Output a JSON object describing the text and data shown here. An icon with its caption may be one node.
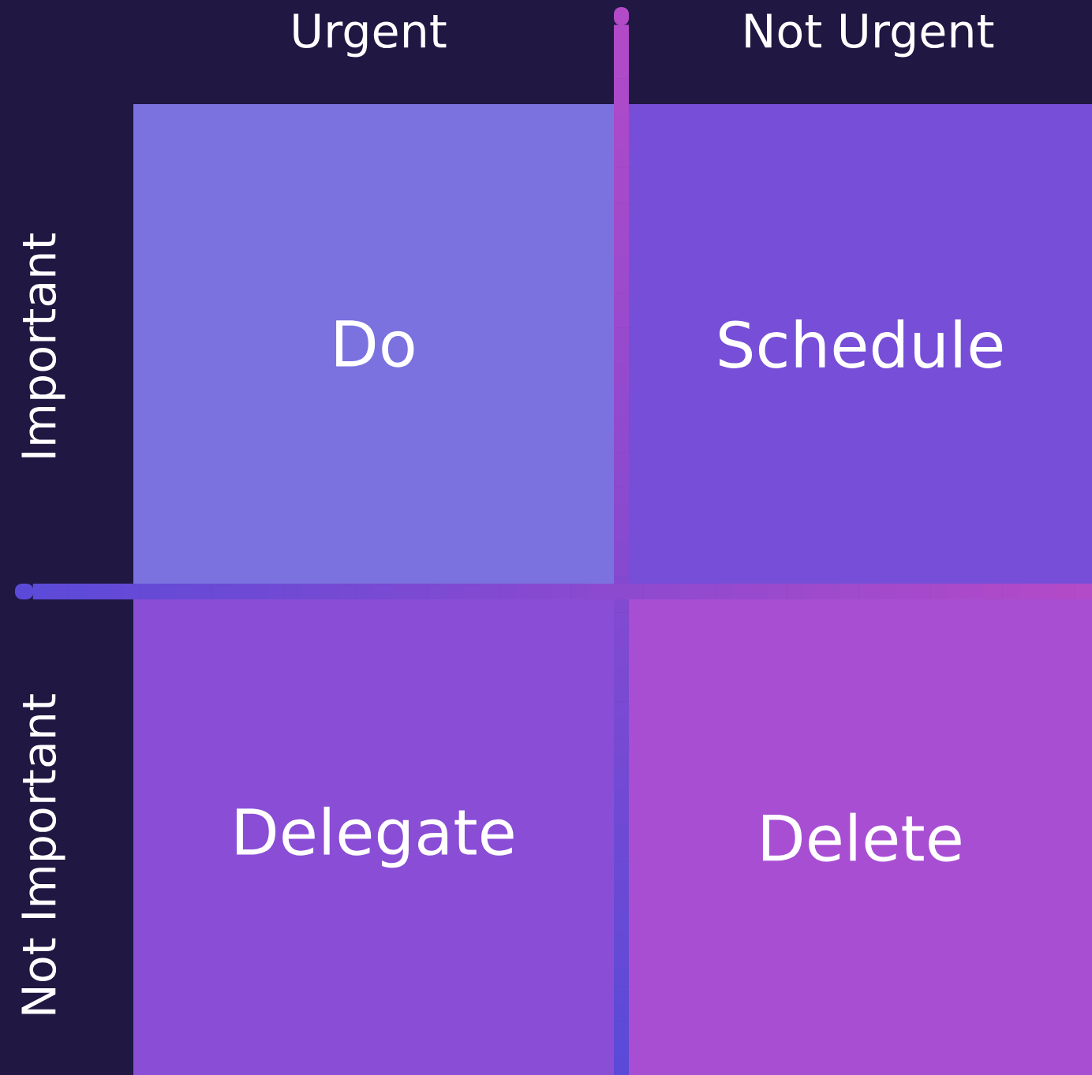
{
  "diagram": {
    "nodes": [
      {
        "text": [
          "Do"
        ]
      },
      {
        "text": [
          "Schedule"
        ]
      },
      {
        "text": [
          "Delegate"
        ]
      },
      {
        "text": [
          "Delete"
        ]
      }
    ],
    "labels": [
      "Urgent",
      "Not Urgent",
      "Important",
      "Not Important"
    ]
  }
}
